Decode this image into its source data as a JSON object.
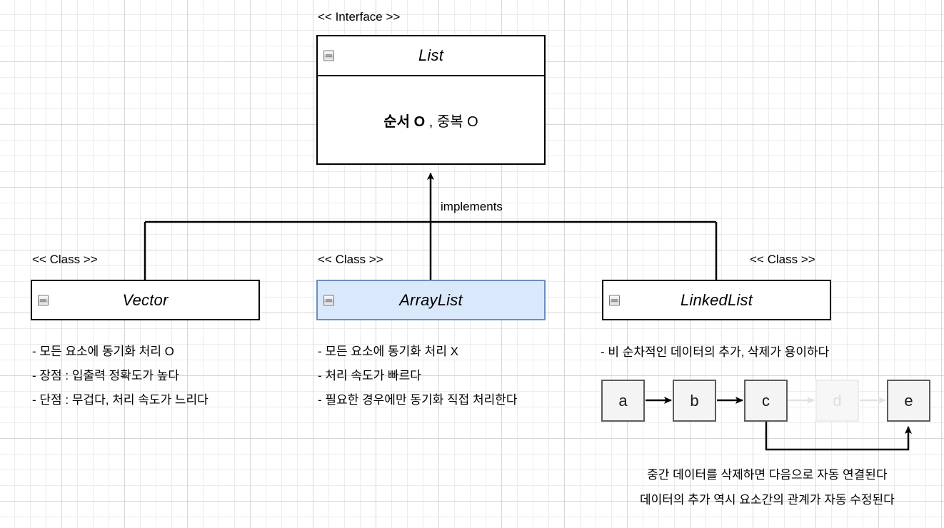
{
  "diagram": {
    "title_note": "Java List interface UML diagram",
    "colors": {
      "accent_fill": "#dae8fc",
      "accent_stroke": "#6c8ebf",
      "stroke": "#000000",
      "node_fill": "#f4f4f4",
      "node_stroke": "#5c5c5c",
      "faded": "#dedede",
      "background": "#ffffff",
      "grid_minor": "#ebebeb",
      "grid_major": "#c8c8c8"
    }
  },
  "interface": {
    "stereotype": "<< Interface >>",
    "name": "List",
    "collapse_icon": "minus-box-icon",
    "body": {
      "prefix_bold": "순서 O",
      "separator": " , ",
      "suffix": "중복 O"
    }
  },
  "edges": {
    "implements_label": "implements",
    "arrow_style": "filled-triangle"
  },
  "classes": [
    {
      "id": "vector",
      "stereotype": "<< Class >>",
      "name": "Vector",
      "collapse_icon": "minus-box-icon",
      "highlighted": false,
      "notes": [
        "- 모든 요소에 동기화 처리 O",
        "- 장점 : 입출력 정확도가 높다",
        "- 단점 : 무겁다, 처리 속도가 느리다"
      ]
    },
    {
      "id": "arraylist",
      "stereotype": "<< Class >>",
      "name": "ArrayList",
      "collapse_icon": "minus-box-icon",
      "highlighted": true,
      "notes": [
        "- 모든 요소에 동기화 처리 X",
        "- 처리 속도가 빠르다",
        "- 필요한 경우에만 동기화 직접 처리한다"
      ]
    },
    {
      "id": "linkedlist",
      "stereotype": "<< Class >>",
      "name": "LinkedList",
      "collapse_icon": "minus-box-icon",
      "highlighted": false,
      "notes": [
        "- 비 순차적인 데이터의 추가, 삭제가 용이하다"
      ]
    }
  ],
  "linked_list_illustration": {
    "nodes": [
      {
        "label": "a",
        "faded": false
      },
      {
        "label": "b",
        "faded": false
      },
      {
        "label": "c",
        "faded": false
      },
      {
        "label": "d",
        "faded": true
      },
      {
        "label": "e",
        "faded": false
      }
    ],
    "captions": [
      "중간 데이터를 삭제하면 다음으로 자동 연결된다",
      "데이터의 추가 역시 요소간의 관계가 자동 수정된다"
    ]
  }
}
